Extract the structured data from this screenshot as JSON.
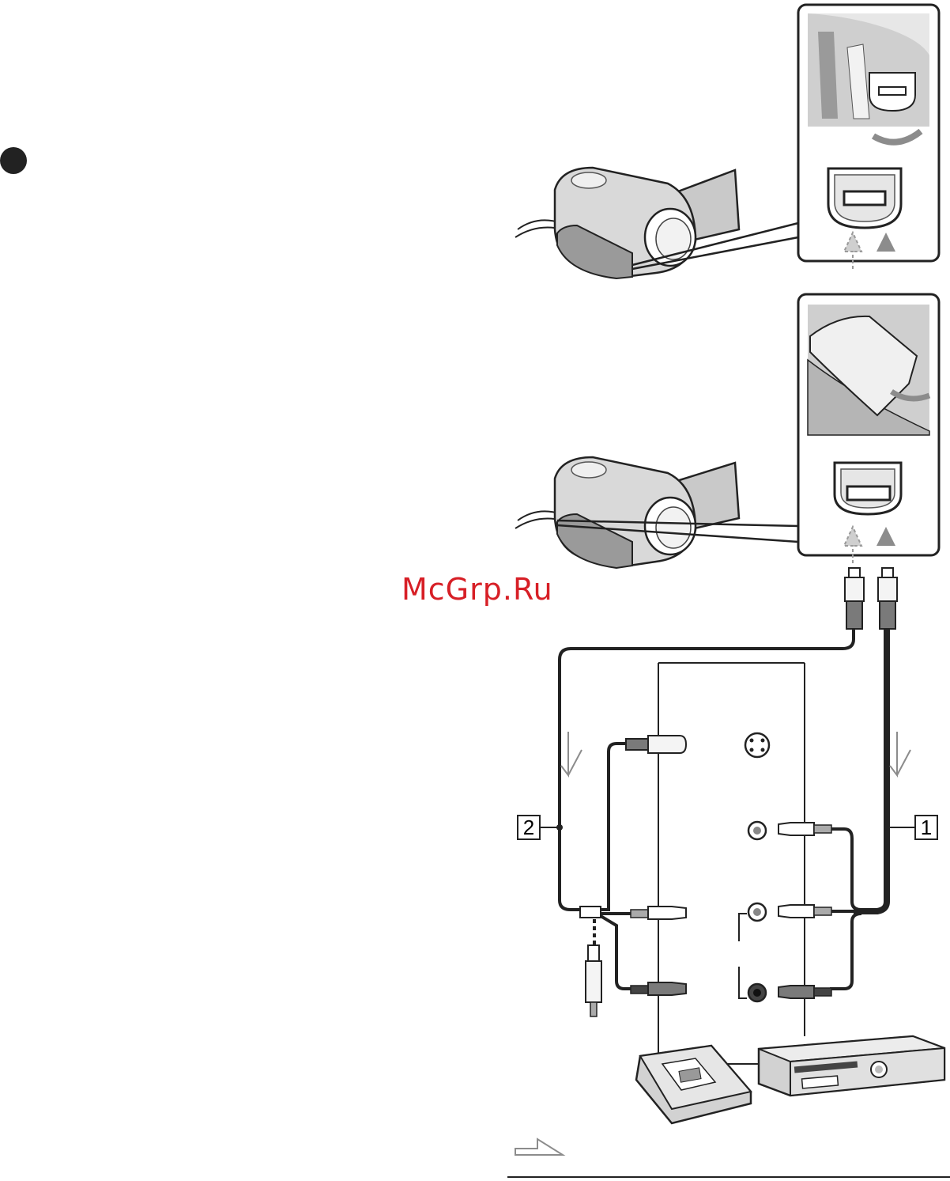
{
  "watermark": {
    "text": "McGrp.Ru",
    "color": "#d71f26"
  },
  "callouts": {
    "cable_1": "1",
    "cable_2": "2"
  },
  "icons": {
    "step_bullet": "filled-circle-icon",
    "flow_arrows": "down-arrow-icon",
    "signal_flow_legend": "signal-flow-arrow-icon"
  },
  "colors": {
    "line": "#222222",
    "panel_fill": "#d4d4d4",
    "device_fill": "#b8b8b8",
    "arrow_grey": "#8c8c8c"
  }
}
